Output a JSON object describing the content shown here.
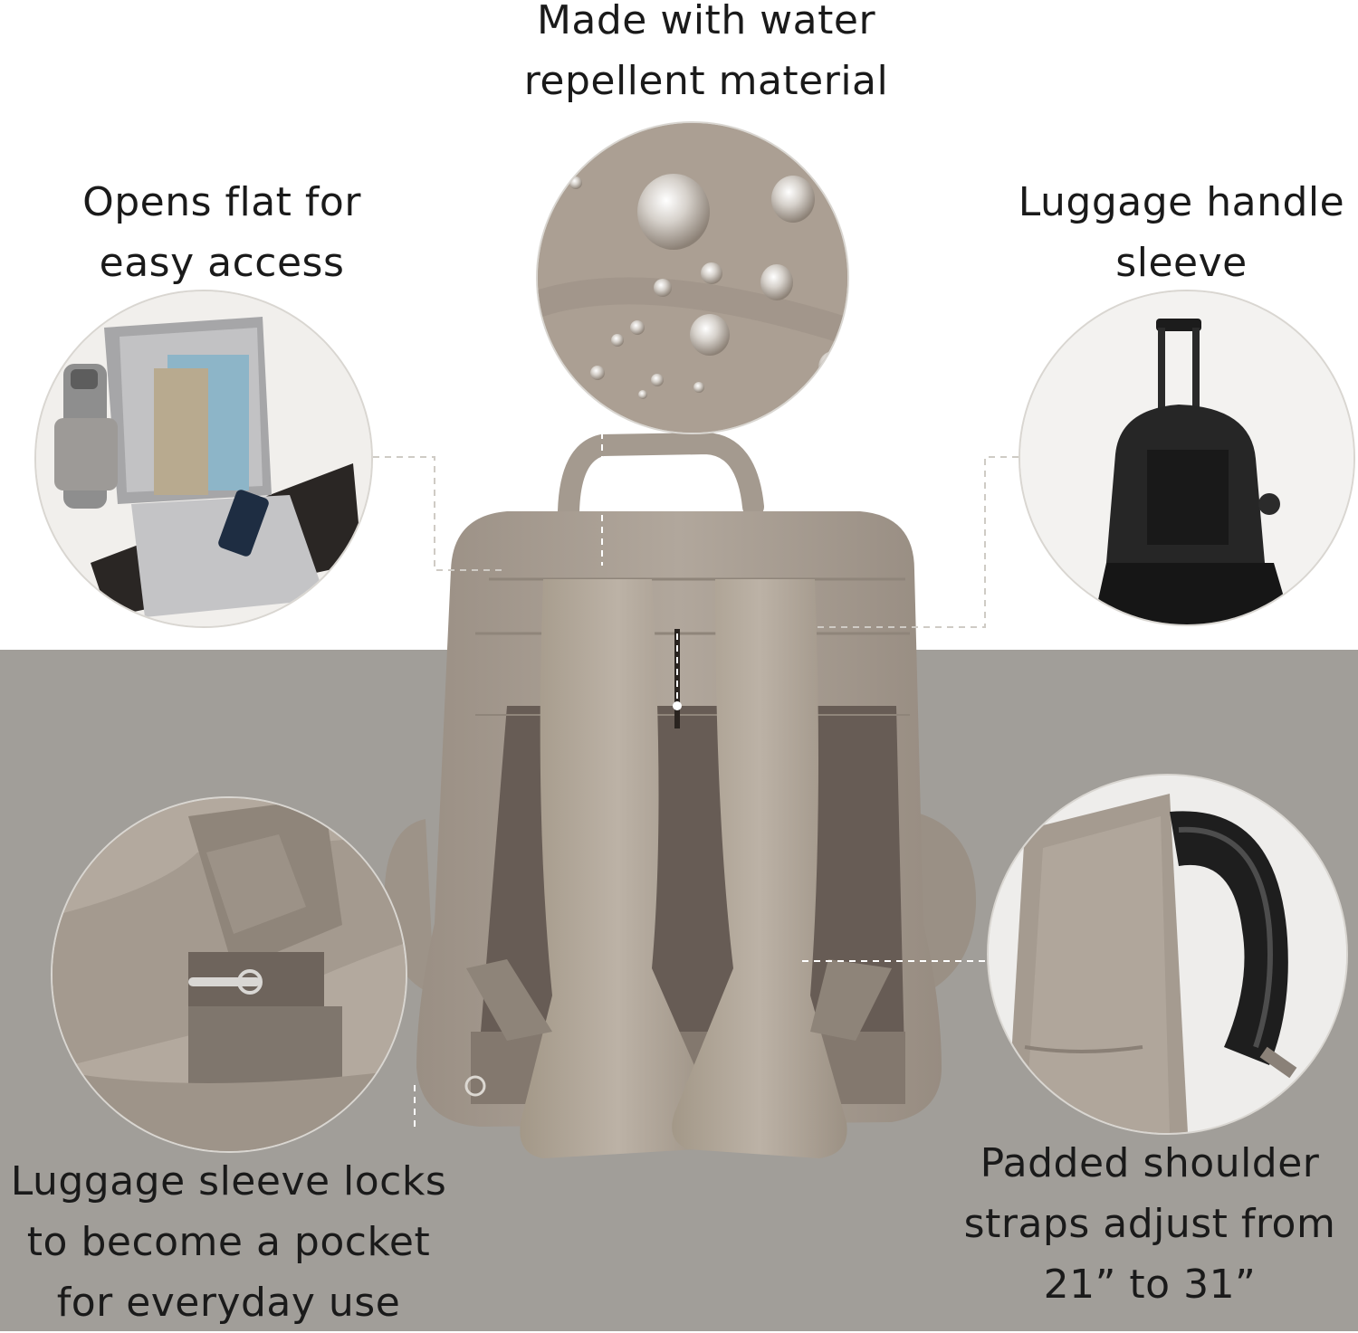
{
  "captions": {
    "water": [
      "Made with water",
      "repellent material"
    ],
    "flat": [
      "Opens flat for",
      "easy access"
    ],
    "luggage_handle": [
      "Luggage handle",
      "sleeve"
    ],
    "sleeve_locks": [
      "Luggage sleeve locks",
      "to become a pocket",
      "for everyday use"
    ],
    "straps": [
      "Padded shoulder",
      "straps adjust from",
      "21” to 31”"
    ]
  },
  "colors": {
    "background_top": "#ffffff",
    "background_bottom": "#a19e99",
    "bag_fabric": "#a79d92",
    "bag_panel": "#675c55",
    "leader_line": "#ffffff"
  }
}
